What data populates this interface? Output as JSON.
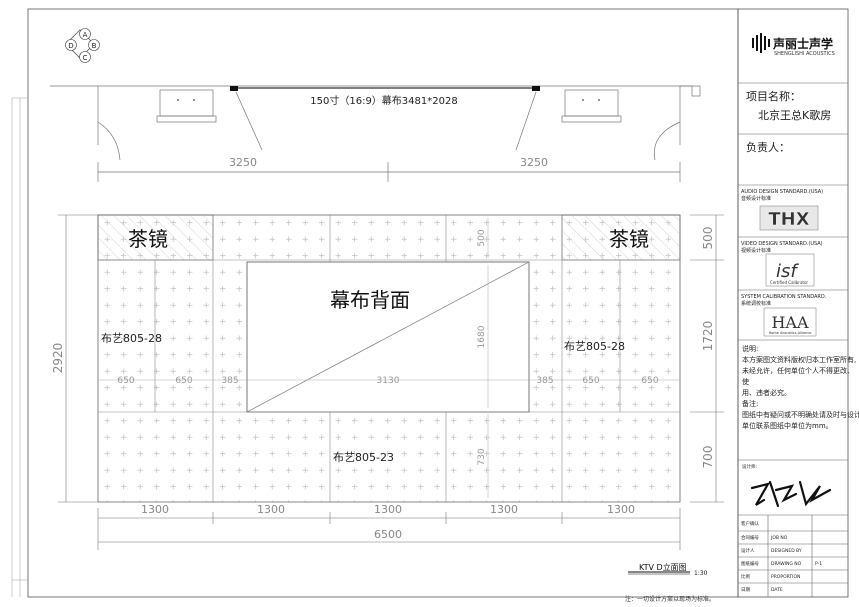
{
  "drawing": {
    "screen_label": "150寸（16:9）幕布3481*2028",
    "title": "KTV D立面图",
    "scale": "1:30",
    "center_label": "幕布背面",
    "mirror_left": "茶镜",
    "mirror_right": "茶镜",
    "fabric_left": "布艺805-28",
    "fabric_right": "布艺805-28",
    "fabric_bottom": "布艺805-23",
    "top_dims": [
      "3250",
      "3250"
    ],
    "bottom_dims": [
      "1300",
      "1300",
      "1300",
      "1300",
      "1300"
    ],
    "overall_width": "6500",
    "overall_height": "2920",
    "right_dims": [
      "500",
      "1720",
      "700"
    ],
    "horizontal_panel_dims": [
      "650",
      "650",
      "385",
      "3130",
      "385",
      "650",
      "650"
    ],
    "inner_dims": {
      "top": "500",
      "middle": "1680",
      "bottom": "730"
    },
    "compass": [
      "D",
      "A",
      "B",
      "C"
    ],
    "footer_note": "注：一切设计方案以现场为标准。"
  },
  "title_block": {
    "logo": "声丽士声学",
    "logo_sub": "SHENGLISHI ACOUSTICS",
    "project_label": "项目名称：",
    "project_name": "北京王总K歌房",
    "owner_label": "负责人：",
    "audio_std": "AUDIO DESIGN STANDARD.(USA)",
    "audio_std_cn": "音频设计标准",
    "audio_logo": "THX",
    "video_std": "VIDEO DESIGN STANDARD.(USA)",
    "video_std_cn": "视频设计标准",
    "video_logo": "isf",
    "video_logo_sub": "Certified Calibrator",
    "calib_std": "SYSTEM CALIBRATION STANDARD.",
    "calib_std_cn": "系统调校标准",
    "calib_logo": "HAA",
    "calib_logo_sub": "Home Acoustics Alliance",
    "notes_title": "说明:",
    "notes": [
      "本方案图文资料版权归本工作室所有,",
      "未经允许，任何单位个人不得更改、",
      "使",
      "用、违者必究。",
      "备注:",
      "图纸中有疑问或不明确处请及时与设计",
      "单位联系图纸中单位为mm。"
    ],
    "designer_label": "设计师:",
    "rows": [
      {
        "cn": "客户确认",
        "en": ""
      },
      {
        "cn": "合同编号",
        "en": "JOB NO"
      },
      {
        "cn": "设计人",
        "en": "DESIGNED BY"
      },
      {
        "cn": "图纸编号",
        "en": "DRAWING NO",
        "value": "P-1"
      },
      {
        "cn": "比例",
        "en": "PROPORTION"
      },
      {
        "cn": "日期",
        "en": "DATE"
      }
    ]
  }
}
